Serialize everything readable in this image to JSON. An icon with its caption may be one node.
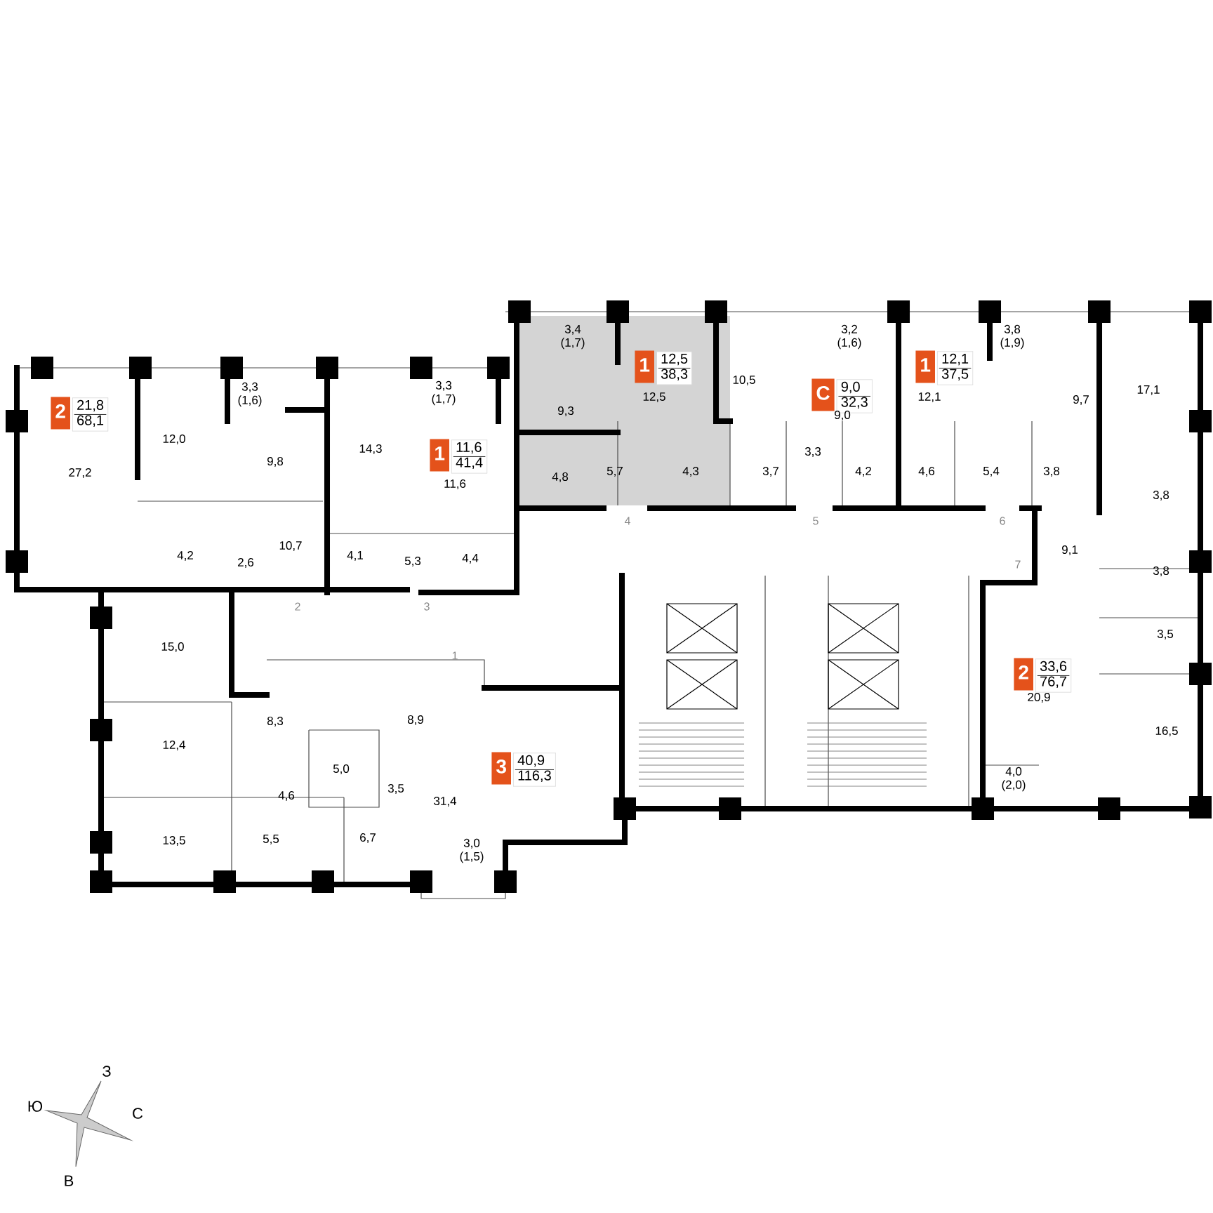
{
  "diagram": {
    "nodes": [
      {
        "text": [
          "1",
          "12,5",
          "38,3"
        ]
      },
      {
        "text": [
          "1",
          "12,1",
          "37,5"
        ]
      },
      {
        "text": [
          "С",
          "9,0",
          "32,3"
        ]
      },
      {
        "text": [
          "2",
          "21,8",
          "68,1"
        ]
      },
      {
        "text": [
          "1",
          "11,6",
          "41,4"
        ]
      },
      {
        "text": [
          "2",
          "33,6",
          "76,7"
        ]
      },
      {
        "text": [
          "3",
          "40,9",
          "116,3"
        ]
      }
    ],
    "labels": [
      "3,4 (1,7)",
      "3,2 (1,6)",
      "3,8 (1,9)",
      "3,3 (1,6)",
      "3,3 (1,7)",
      "10,5",
      "17,1",
      "12,5",
      "12,1",
      "9,7",
      "9,3",
      "9,0",
      "12,0",
      "14,3",
      "9,8",
      "27,2",
      "3,3",
      "5,7",
      "4,3",
      "3,7",
      "4,2",
      "4,6",
      "5,4",
      "3,8",
      "4,8",
      "11,6",
      "3,8",
      "4",
      "5",
      "6",
      "4,2",
      "2,6",
      "10,7",
      "4,1",
      "5,3",
      "4,4",
      "7",
      "9,1",
      "3,8",
      "2",
      "3",
      "3,5",
      "15,0",
      "1",
      "20,9",
      "8,3",
      "8,9",
      "16,5",
      "12,4",
      "5,0",
      "4,0 (2,0)",
      "3,5",
      "4,6",
      "31,4",
      "13,5",
      "5,5",
      "6,7",
      "3,0 (1,5)",
      "З",
      "Ю",
      "С",
      "В"
    ]
  }
}
